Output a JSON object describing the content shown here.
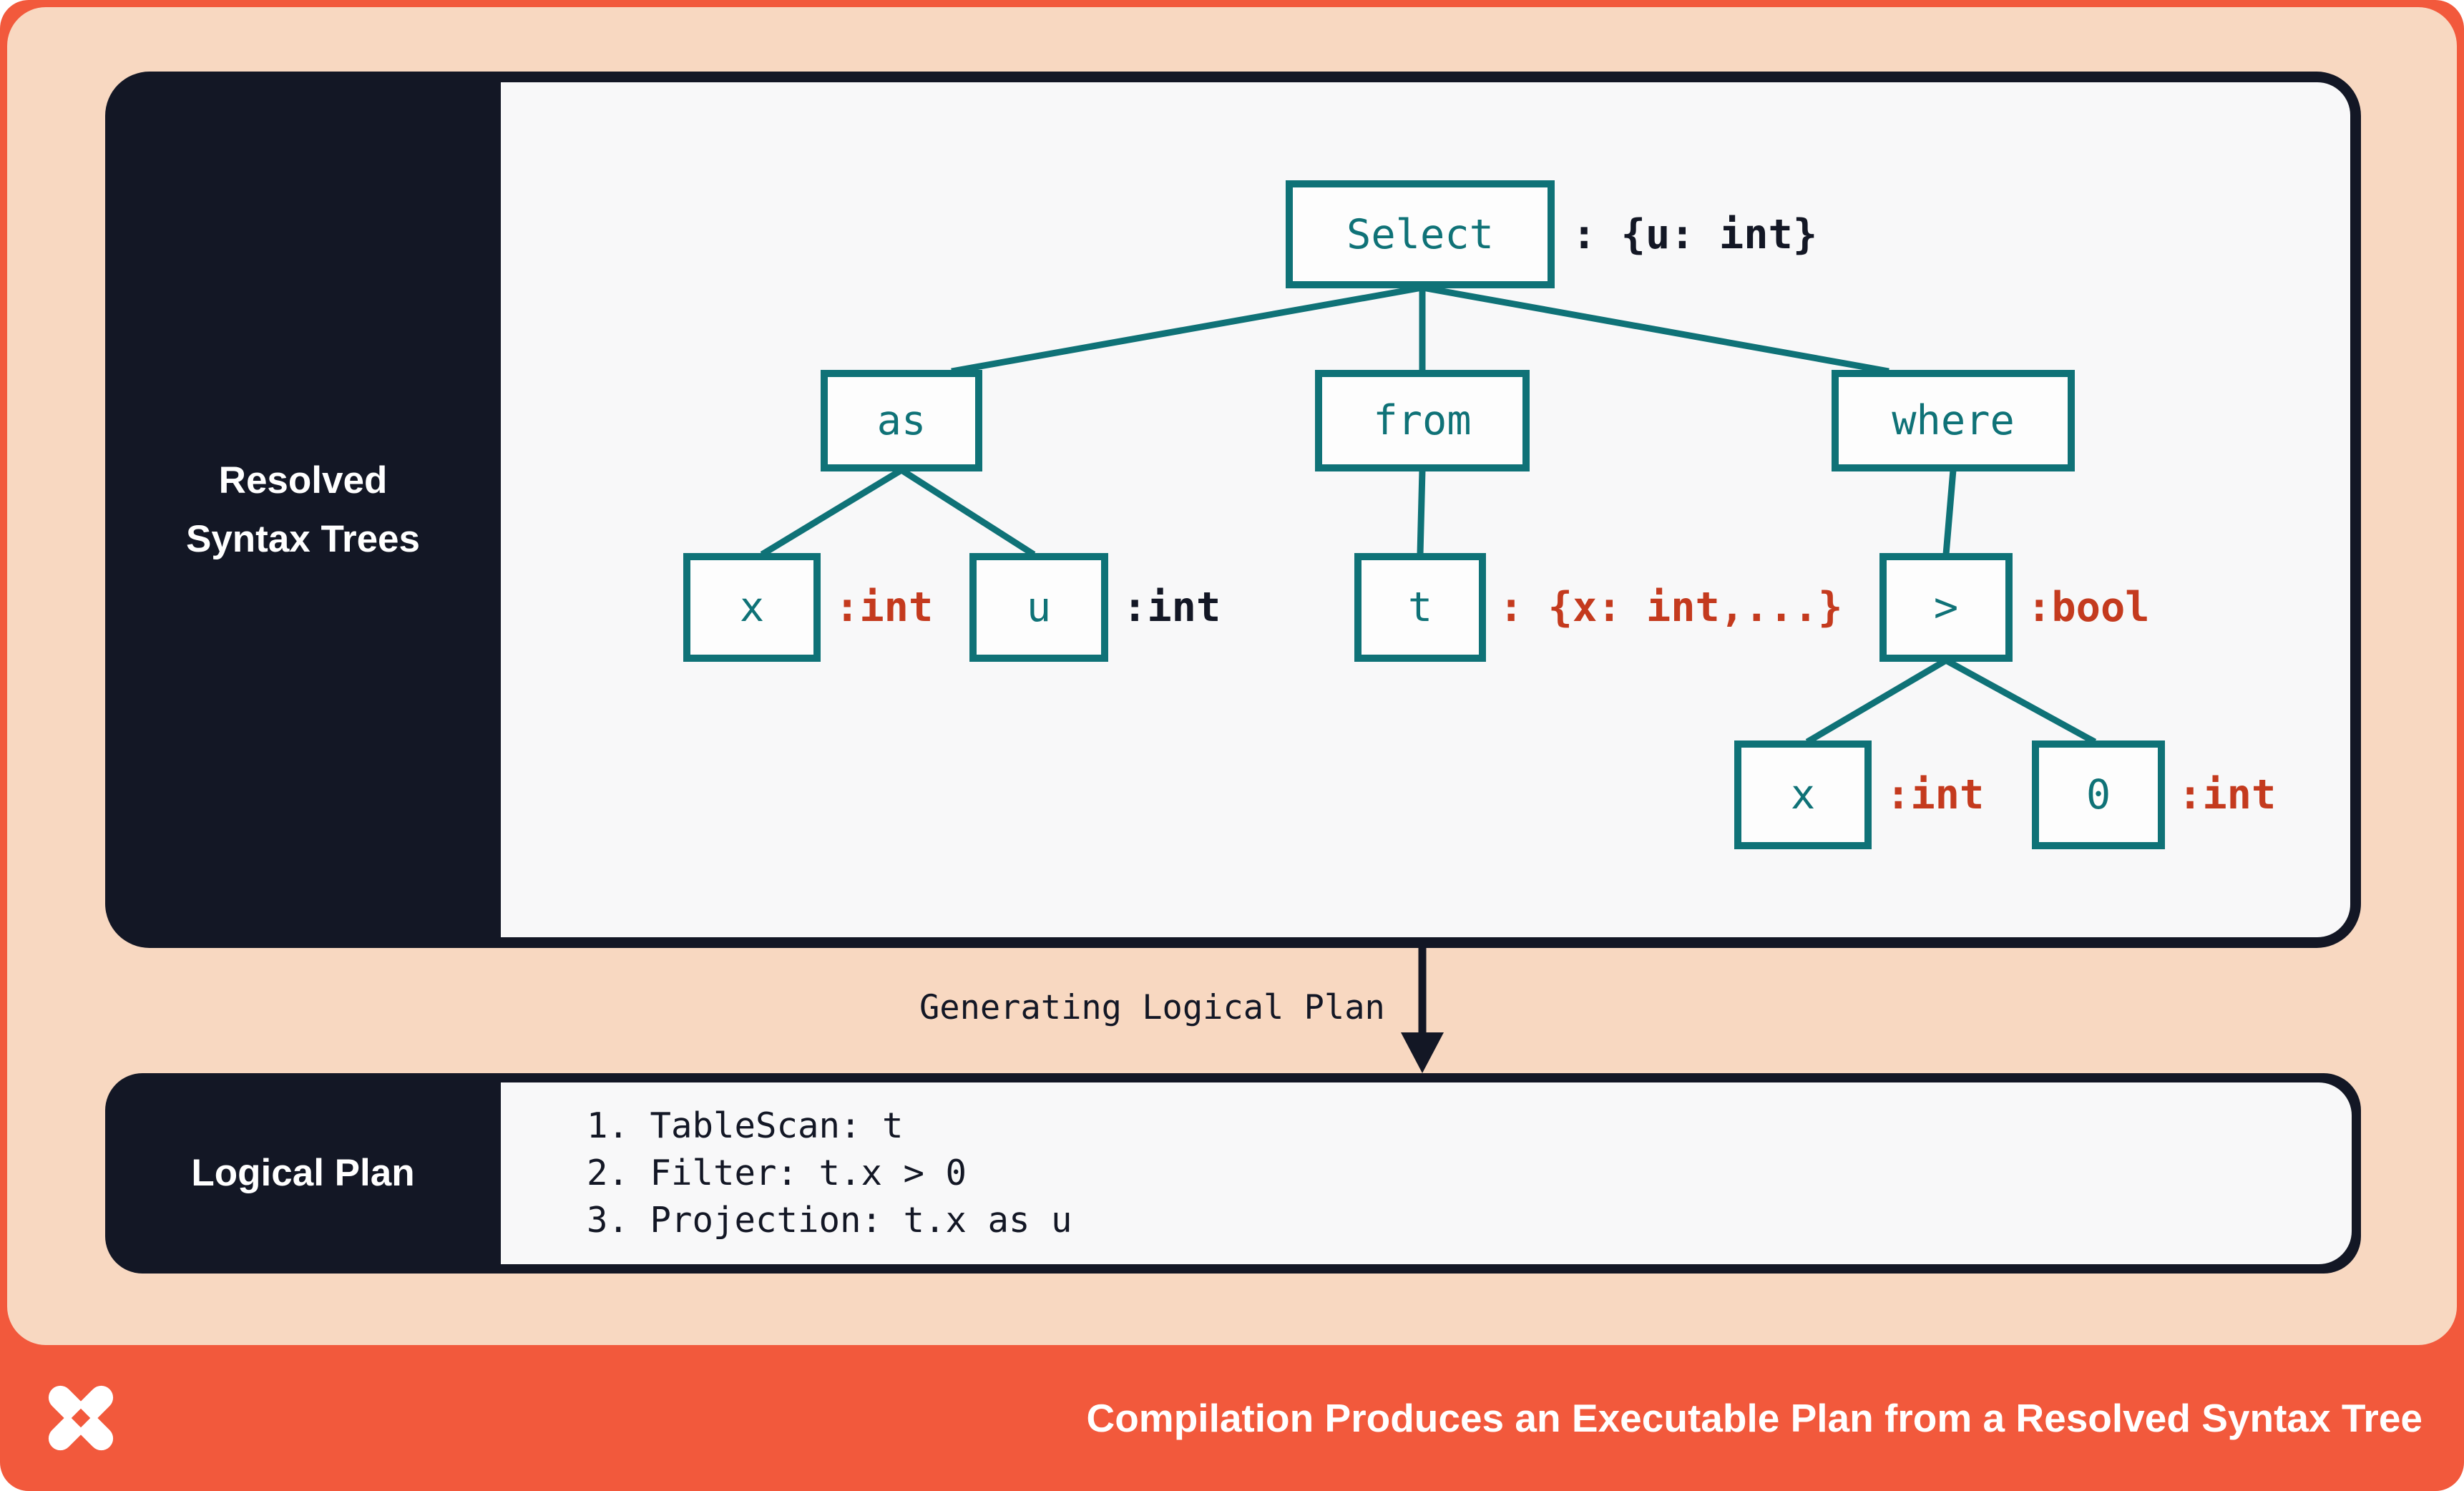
{
  "colors": {
    "frame_orange": "#f2593c",
    "peach_background": "#f8d8c1",
    "navy": "#131725",
    "panel_offwhite": "#f8f8f9",
    "node_teal": "#0f7277",
    "type_annotation_red": "#c43a1e",
    "white": "#ffffff"
  },
  "resolved_panel": {
    "sidebar_label_lines": [
      "Resolved",
      "Syntax Trees"
    ],
    "nodes": [
      {
        "id": "select",
        "label": "Select",
        "annotation": ": {u: int}",
        "annotation_color": "dark"
      },
      {
        "id": "as",
        "label": "as",
        "annotation": ""
      },
      {
        "id": "from",
        "label": "from",
        "annotation": ""
      },
      {
        "id": "where",
        "label": "where",
        "annotation": ""
      },
      {
        "id": "x-alias",
        "label": "x",
        "annotation": ":int",
        "annotation_color": "red"
      },
      {
        "id": "u-alias",
        "label": "u",
        "annotation": ":int",
        "annotation_color": "dark"
      },
      {
        "id": "t-table",
        "label": "t",
        "annotation": ": {x: int,...}",
        "annotation_color": "red"
      },
      {
        "id": "gt-operator",
        "label": ">",
        "annotation": ":bool",
        "annotation_color": "red"
      },
      {
        "id": "x-operand",
        "label": "x",
        "annotation": ":int",
        "annotation_color": "red"
      },
      {
        "id": "zero-operand",
        "label": "0",
        "annotation": ":int",
        "annotation_color": "red"
      }
    ]
  },
  "transition": {
    "label": "Generating Logical Plan"
  },
  "logical_plan": {
    "sidebar_label": "Logical Plan",
    "steps": [
      "1. TableScan: t",
      "2. Filter: t.x > 0",
      "3. Projection: t.x as u"
    ]
  },
  "footer": {
    "logo": "pinwheel-x-logo",
    "caption": "Compilation Produces an Executable Plan from a Resolved Syntax Tree"
  }
}
